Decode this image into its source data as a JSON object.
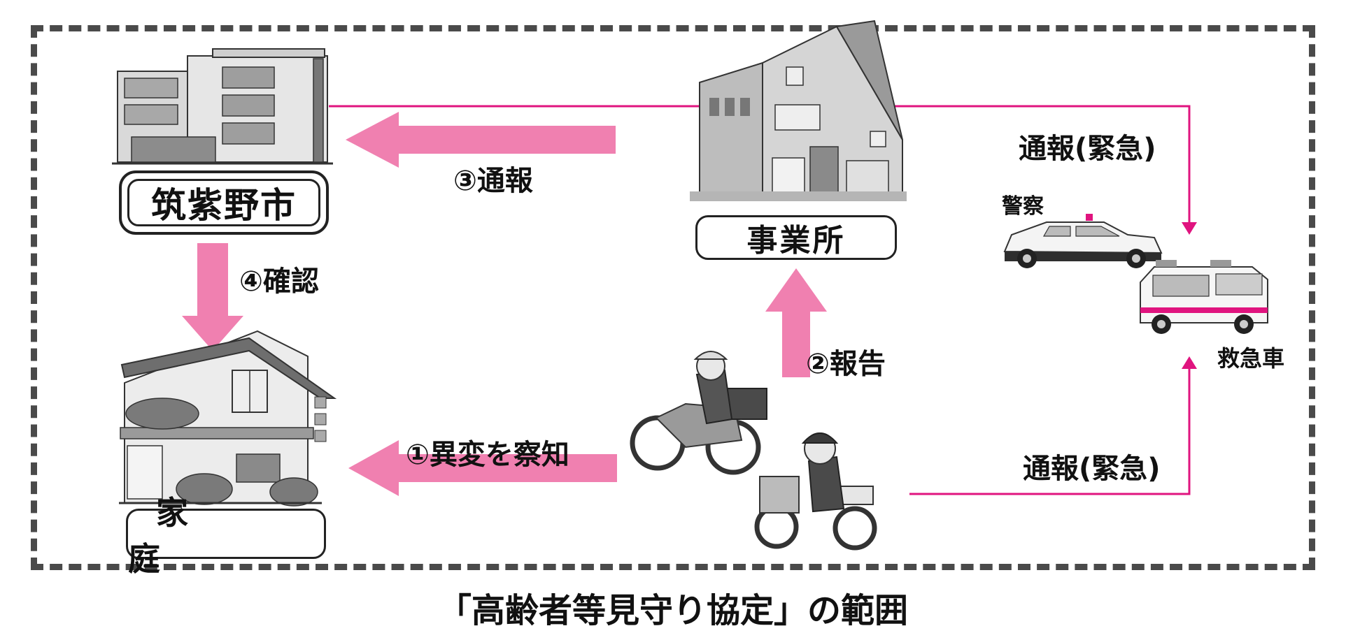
{
  "caption": "「高齢者等見守り協定」の範囲",
  "nodes": {
    "city": "筑紫野市",
    "office": "事業所",
    "home": "家　庭"
  },
  "steps": {
    "step1": "①異変を察知",
    "step2": "②報告",
    "step3": "③通報",
    "step4": "④確認"
  },
  "emergency": {
    "upper": "通報(緊急)",
    "lower": "通報(緊急)"
  },
  "responders": {
    "police": "警察",
    "ambulance": "救急車"
  },
  "colors": {
    "arrow_fill": "#f080b0",
    "line": "#e0147f",
    "frame": "#4a4a4a"
  }
}
